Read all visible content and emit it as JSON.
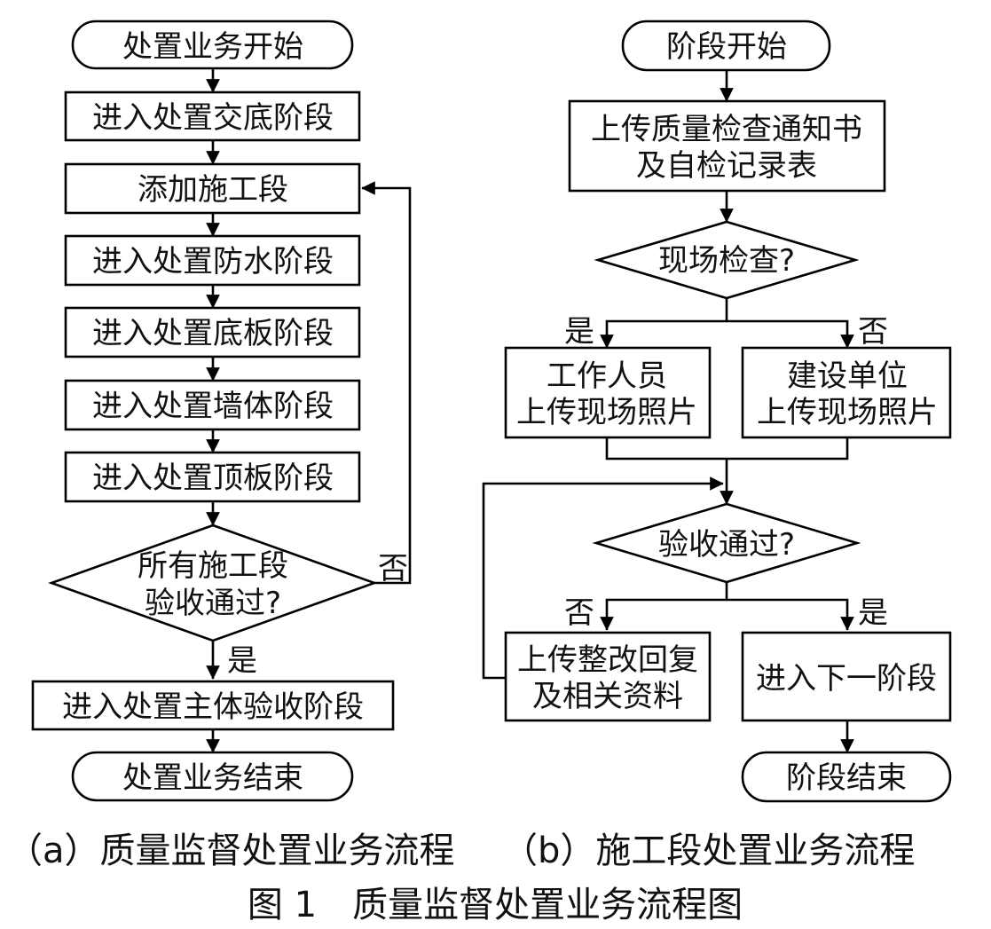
{
  "diagram_a": {
    "start": "处置业务开始",
    "step_disclosure": "进入处置交底阶段",
    "add_segment": "添加施工段",
    "step_waterproof": "进入处置防水阶段",
    "step_floor": "进入处置底板阶段",
    "step_wall": "进入处置墙体阶段",
    "step_roof": "进入处置顶板阶段",
    "decision_line1": "所有施工段",
    "decision_line2": "验收通过?",
    "no_label": "否",
    "yes_label": "是",
    "step_main": "进入处置主体验收阶段",
    "end": "处置业务结束"
  },
  "diagram_b": {
    "start": "阶段开始",
    "upload_line1": "上传质量检查通知书",
    "upload_line2": "及自检记录表",
    "site_check": "现场检查?",
    "yes_label": "是",
    "no_label": "否",
    "staff_line1": "工作人员",
    "staff_line2": "上传现场照片",
    "builder_line1": "建设单位",
    "builder_line2": "上传现场照片",
    "acceptance": "验收通过?",
    "no_label2": "否",
    "yes_label2": "是",
    "rectify_line1": "上传整改回复",
    "rectify_line2": "及相关资料",
    "next_stage": "进入下一阶段",
    "end": "阶段结束"
  },
  "captions": {
    "a": "（a）质量监督处置业务流程",
    "b": "（b）施工段处置业务流程",
    "figure": "图 1　质量监督处置业务流程图"
  }
}
